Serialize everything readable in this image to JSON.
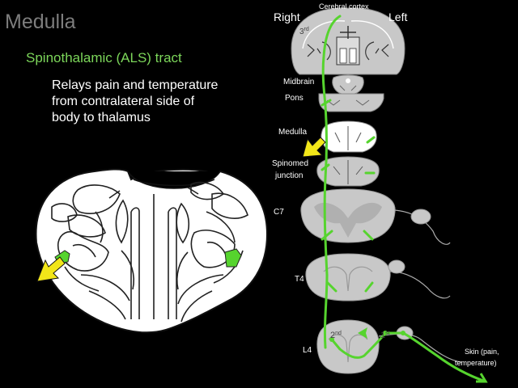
{
  "slide": {
    "title": "Medulla",
    "subtitle": "Spinothalamic (ALS) tract",
    "description_lines": [
      "Relays pain and temperature",
      "from contralateral side of",
      "body to thalamus"
    ]
  },
  "pathway": {
    "header_right": "Right",
    "header_left": "Left",
    "cortex_label": "Cerebral cortex",
    "third_order": {
      "num": "3",
      "suffix": "rd"
    },
    "second_order": {
      "num": "2",
      "suffix": "nd"
    },
    "first_order": {
      "num": "1",
      "suffix": "st"
    },
    "levels": {
      "midbrain": "Midbrain",
      "pons": "Pons",
      "medulla": "Medulla",
      "junction_line1": "Spinomed",
      "junction_line2": "junction",
      "c7": "C7",
      "t4": "T4",
      "l4": "L4"
    },
    "stimulus_line1": "Skin (pain,",
    "stimulus_line2": "temperature)"
  },
  "colors": {
    "tract_green": "#56d42e",
    "arrow_yellow": "#f2e619",
    "tissue_grey": "#c8c8c8",
    "section_white": "#ffffff"
  }
}
